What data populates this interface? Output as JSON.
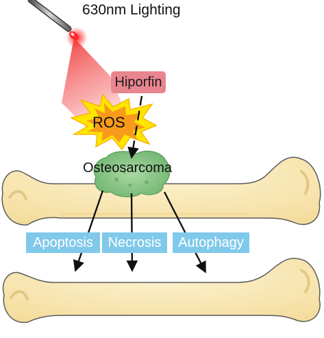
{
  "light": {
    "label": "630nm Lighting"
  },
  "photosensitizer": {
    "label": "Hiporfin"
  },
  "ros": {
    "label": "ROS"
  },
  "tumor": {
    "label": "Osteosarcoma"
  },
  "outcomes": [
    {
      "label": "Apoptosis"
    },
    {
      "label": "Necrosis"
    },
    {
      "label": "Autophagy"
    }
  ],
  "colors": {
    "bone": "#fbeab5",
    "bone_edge": "#5a5a5a",
    "beam": "#f45555",
    "drug_box": "#e9858f",
    "burst_outer": "#ffe600",
    "burst_inner": "#f99a1a",
    "tumor": "#8cc98a",
    "outcome_box": "#80c9ea"
  }
}
